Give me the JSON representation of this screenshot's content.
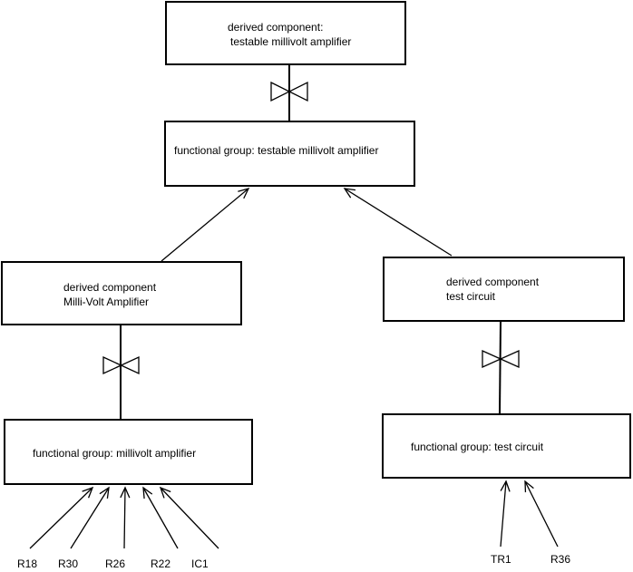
{
  "boxes": {
    "top_derived": {
      "line1": "derived component:",
      "line2": "testable millivolt amplifier"
    },
    "top_group": {
      "line1": "functional group: testable millivolt amplifier"
    },
    "left_derived": {
      "line1": "derived component",
      "line2": "Milli-Volt Amplifier"
    },
    "right_derived": {
      "line1": "derived component",
      "line2": "test circuit"
    },
    "left_group": {
      "line1": "functional group: millivolt amplifier"
    },
    "right_group": {
      "line1": "functional group: test circuit"
    }
  },
  "components": {
    "left": [
      "R18",
      "R30",
      "R26",
      "R22",
      "IC1"
    ],
    "right": [
      "TR1",
      "R36"
    ]
  },
  "colors": {
    "line": "#000000",
    "background": "#ffffff"
  }
}
